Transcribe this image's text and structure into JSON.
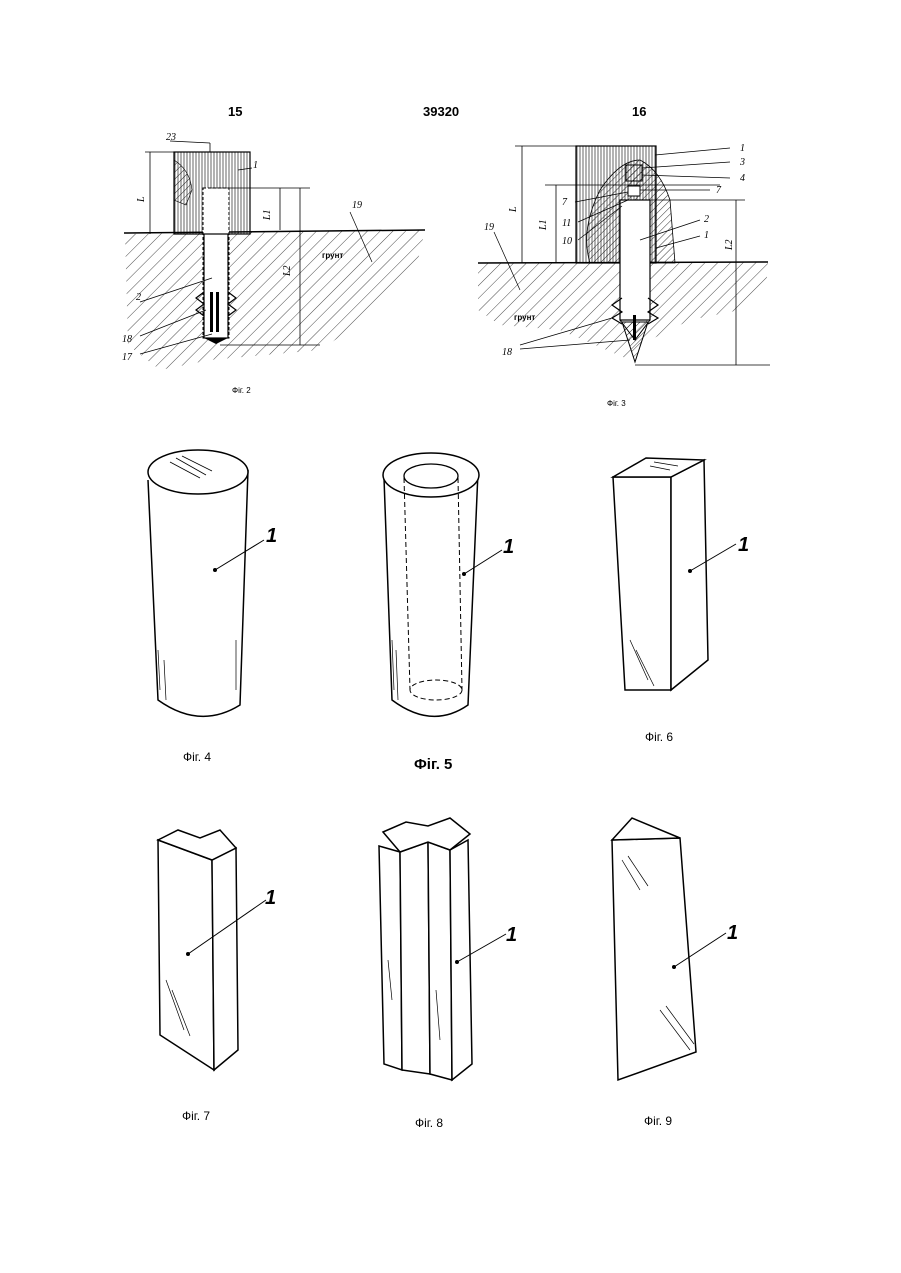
{
  "header": {
    "left_page": "15",
    "patent_number": "39320",
    "right_page": "16"
  },
  "fig2": {
    "caption": "Фіг. 2",
    "soil_label": "грунт",
    "dims": {
      "L": "L",
      "L1": "L1",
      "L2": "L2"
    },
    "refs": {
      "r1": "1",
      "r2": "2",
      "r17": "17",
      "r18": "18",
      "r19": "19",
      "r23": "23"
    }
  },
  "fig3": {
    "caption": "Фіг. 3",
    "soil_label": "грунт",
    "dims": {
      "L": "L",
      "L1": "L1",
      "L2": "L2"
    },
    "refs": {
      "r1a": "1",
      "r1b": "1",
      "r2": "2",
      "r3": "3",
      "r4": "4",
      "r7a": "7",
      "r7b": "7",
      "r10": "10",
      "r11": "11",
      "r18": "18",
      "r19": "19"
    }
  },
  "fig4": {
    "caption": "Фіг. 4",
    "ref": "1"
  },
  "fig5": {
    "caption": "Фіг. 5",
    "ref": "1"
  },
  "fig6": {
    "caption": "Фіг. 6",
    "ref": "1"
  },
  "fig7": {
    "caption": "Фіг. 7",
    "ref": "1"
  },
  "fig8": {
    "caption": "Фіг. 8",
    "ref": "1"
  },
  "fig9": {
    "caption": "Фіг. 9",
    "ref": "1"
  }
}
